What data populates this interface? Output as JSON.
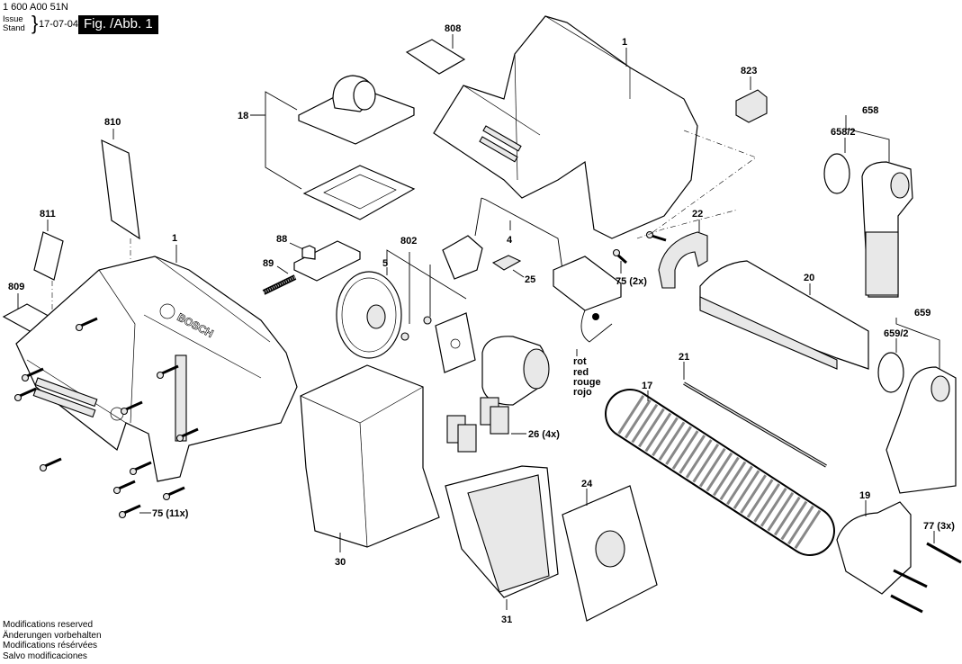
{
  "header": {
    "document_code": "1 600 A00 51N",
    "issue_label_en": "Issue",
    "issue_label_de": "Stand",
    "issue_date": "17-07-04",
    "figure_label": "Fig. /Abb. 1"
  },
  "footer": {
    "lines": [
      "Modifications reserved",
      "Änderungen vorbehalten",
      "Modifications résérvées",
      "Salvo modificaciones"
    ]
  },
  "wire_color_note": {
    "lines": [
      "rot",
      "red",
      "rouge",
      "rojo"
    ]
  },
  "callouts": {
    "p1_top": "1",
    "p1_left": "1",
    "p4": "4",
    "p5": "5",
    "p17": "17",
    "p18": "18",
    "p19": "19",
    "p20": "20",
    "p21": "21",
    "p22": "22",
    "p24": "24",
    "p25": "25",
    "p26": "26 (4x)",
    "p30": "30",
    "p31": "31",
    "p75_11": "75 (11x)",
    "p75_2": "75 (2x)",
    "p77": "77 (3x)",
    "p88": "88",
    "p89": "89",
    "p658": "658",
    "p658_2": "658/2",
    "p659": "659",
    "p659_2": "659/2",
    "p802": "802",
    "p808": "808",
    "p809": "809",
    "p810": "810",
    "p811": "811",
    "p823": "823"
  },
  "brand_mark": "BOSCH"
}
